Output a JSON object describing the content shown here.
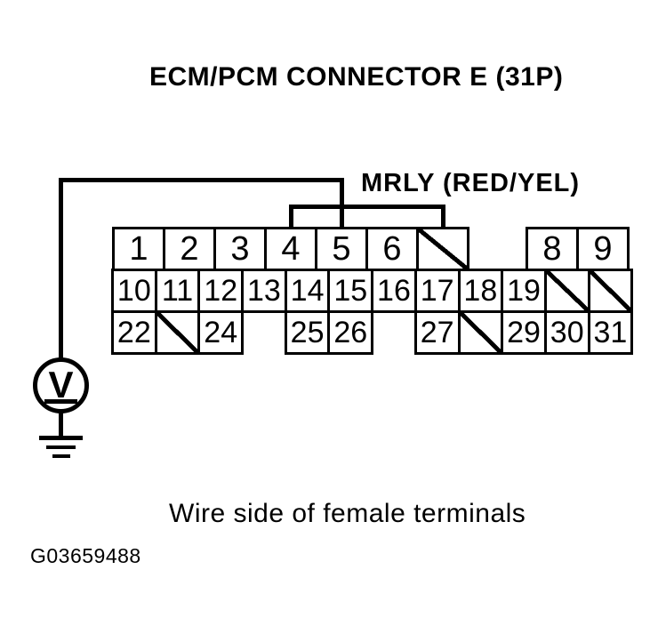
{
  "title": "ECM/PCM CONNECTOR E (31P)",
  "wire_label": "MRLY (RED/YEL)",
  "caption": "Wire side of female terminals",
  "figure_id": "G03659488",
  "meter": {
    "glyph": "V"
  },
  "colors": {
    "ink": "#000000",
    "paper": "#ffffff"
  },
  "connector": {
    "rows": [
      {
        "cells": [
          {
            "type": "pin",
            "label": "1"
          },
          {
            "type": "pin",
            "label": "2"
          },
          {
            "type": "pin",
            "label": "3"
          },
          {
            "type": "pin",
            "label": "4"
          },
          {
            "type": "pin",
            "label": "5"
          },
          {
            "type": "pin",
            "label": "6"
          },
          {
            "type": "slash"
          },
          {
            "type": "gap"
          },
          {
            "type": "pin",
            "label": "8"
          },
          {
            "type": "pin",
            "label": "9"
          }
        ]
      },
      {
        "cells": [
          {
            "type": "pin",
            "label": "10"
          },
          {
            "type": "pin",
            "label": "11"
          },
          {
            "type": "pin",
            "label": "12"
          },
          {
            "type": "pin",
            "label": "13"
          },
          {
            "type": "pin",
            "label": "14"
          },
          {
            "type": "pin",
            "label": "15"
          },
          {
            "type": "pin",
            "label": "16"
          },
          {
            "type": "pin",
            "label": "17"
          },
          {
            "type": "pin",
            "label": "18"
          },
          {
            "type": "pin",
            "label": "19"
          },
          {
            "type": "slash"
          },
          {
            "type": "slash"
          }
        ]
      },
      {
        "cells": [
          {
            "type": "pin",
            "label": "22"
          },
          {
            "type": "slash"
          },
          {
            "type": "pin",
            "label": "24"
          },
          {
            "type": "gap"
          },
          {
            "type": "pin",
            "label": "25"
          },
          {
            "type": "pin",
            "label": "26"
          },
          {
            "type": "gap"
          },
          {
            "type": "pin",
            "label": "27"
          },
          {
            "type": "slash"
          },
          {
            "type": "pin",
            "label": "29"
          },
          {
            "type": "pin",
            "label": "30"
          },
          {
            "type": "pin",
            "label": "31"
          }
        ]
      }
    ]
  }
}
